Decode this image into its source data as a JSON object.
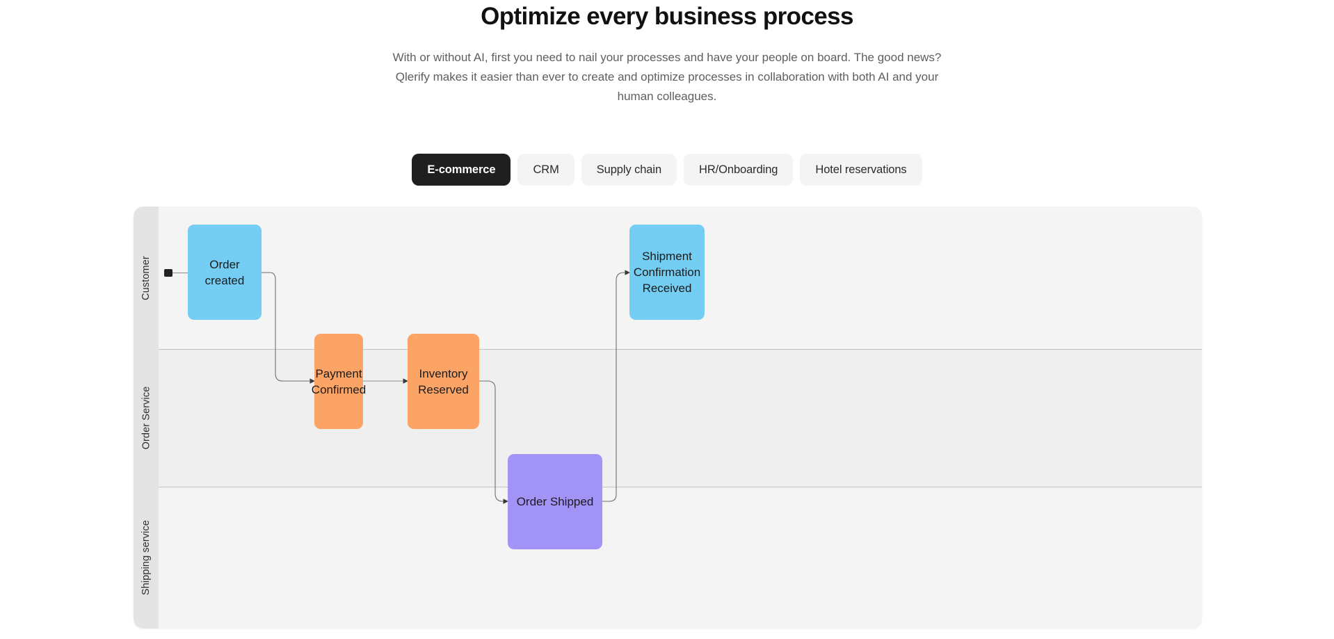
{
  "hero": {
    "title": "Optimize every business process",
    "subtitle": "With or without AI, first you need to nail your processes and have your people on board. The good news? Qlerify makes it easier than ever to create and optimize processes in collaboration with both AI and your human colleagues."
  },
  "tabs": [
    {
      "label": "E-commerce",
      "active": true
    },
    {
      "label": "CRM",
      "active": false
    },
    {
      "label": "Supply chain",
      "active": false
    },
    {
      "label": "HR/Onboarding",
      "active": false
    },
    {
      "label": "Hotel reservations",
      "active": false
    }
  ],
  "diagram": {
    "type": "swimlane-process-flow",
    "lanes": [
      {
        "id": "customer",
        "label": "Customer"
      },
      {
        "id": "order-service",
        "label": "Order Service"
      },
      {
        "id": "shipping-service",
        "label": "Shipping service"
      }
    ],
    "nodes": [
      {
        "id": "order-created",
        "label": "Order created",
        "lane": "customer",
        "color": "#74cdf2"
      },
      {
        "id": "shipment-confirmation-received",
        "label": "Shipment Confirmation Received",
        "lane": "customer",
        "color": "#74cdf2"
      },
      {
        "id": "payment-confirmed",
        "label": "Payment Confirmed",
        "lane": "order-service",
        "color": "#fca465"
      },
      {
        "id": "inventory-reserved",
        "label": "Inventory Reserved",
        "lane": "order-service",
        "color": "#fca465"
      },
      {
        "id": "order-shipped",
        "label": "Order Shipped",
        "lane": "shipping-service",
        "color": "#a294f7"
      }
    ],
    "edges": [
      {
        "from": "start",
        "to": "order-created"
      },
      {
        "from": "order-created",
        "to": "payment-confirmed"
      },
      {
        "from": "payment-confirmed",
        "to": "inventory-reserved"
      },
      {
        "from": "inventory-reserved",
        "to": "order-shipped"
      },
      {
        "from": "order-shipped",
        "to": "shipment-confirmation-received"
      }
    ],
    "colors": {
      "lane_header_bg": "#e4e4e4",
      "lane_bg": "#f4f4f4",
      "lane_bg_alt": "#efefef",
      "edge": "#6d6d6d",
      "start_marker": "#222222"
    }
  }
}
